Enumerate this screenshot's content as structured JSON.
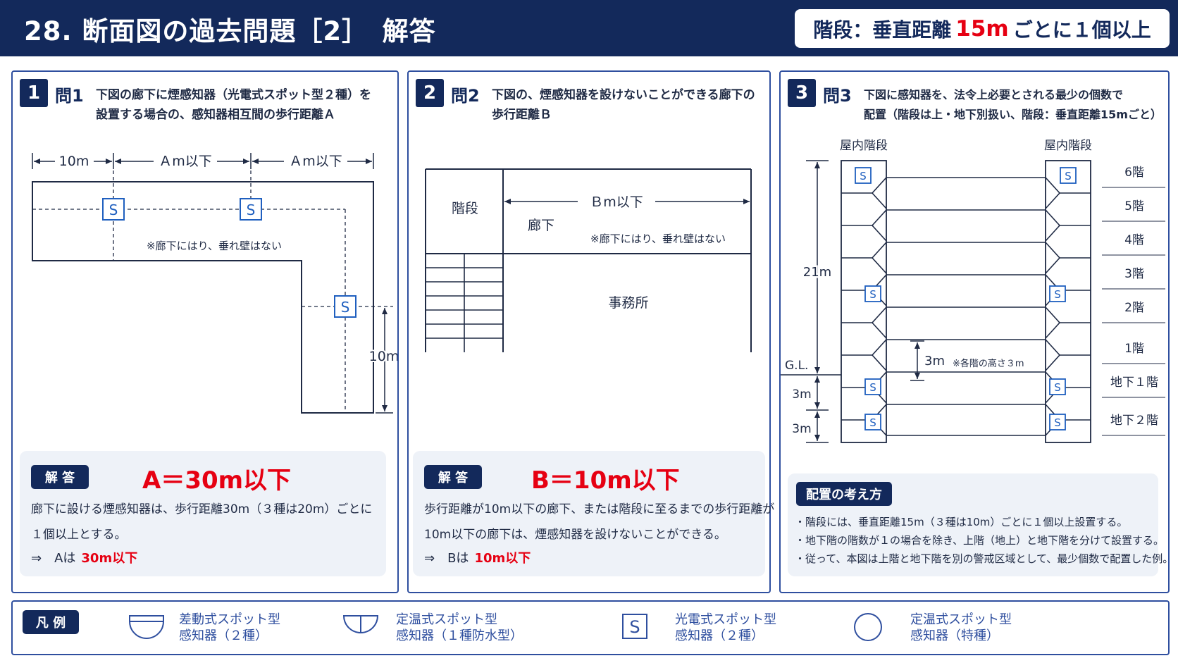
{
  "header": {
    "title": "28. 断面図の過去問題［2］　解答",
    "rule_prefix": "階段：垂直距離",
    "rule_value": "15m",
    "rule_suffix": "ごとに１個以上",
    "accent_red": "#e60012",
    "navy": "#13295b"
  },
  "q1": {
    "num": "1",
    "label": "問1",
    "text": "下図の廊下に煙感知器（光電式スポット型２種）を\n設置する場合の、感知器相互間の歩行距離Ａ",
    "dim_10m": "10m",
    "dim_a1": "Ａm以下",
    "dim_a2": "Ａm以下",
    "sensor": "S",
    "note": "※廊下にはり、垂れ壁はない",
    "dim_vertical": "10m",
    "answer_badge": "解 答",
    "answer": "A＝30m以下",
    "exp1": "廊下に設ける煙感知器は、歩行距離30m（３種は20m）ごとに",
    "exp2": "１個以上とする。",
    "concl_prefix": "⇒　Aは",
    "concl_value": "30m以下"
  },
  "q2": {
    "num": "2",
    "label": "問2",
    "text": "下図の、煙感知器を設けないことができる廊下の\n歩行距離Ｂ",
    "stairs": "階段",
    "corridor": "廊下",
    "dim_b": "Ｂm以下",
    "note": "※廊下にはり、垂れ壁はない",
    "office": "事務所",
    "answer_badge": "解 答",
    "answer": "B＝10m以下",
    "exp1": "歩行距離が10m以下の廊下、または階段に至るまでの歩行距離が",
    "exp2": "10m以下の廊下は、煙感知器を設けないことができる。",
    "concl_prefix": "⇒　Bは",
    "concl_value": "10m以下"
  },
  "q3": {
    "num": "3",
    "label": "問3",
    "text": "下図に感知器を、法令上必要とされる最少の個数で\n配置（階段は上・地下別扱い、階段：垂直距離15mごと）",
    "stair_left": "屋内階段",
    "stair_right": "屋内階段",
    "floors": [
      "6階",
      "5階",
      "4階",
      "3階",
      "2階",
      "1階",
      "地下１階",
      "地下２階"
    ],
    "dim_21m": "21m",
    "gl": "G.L.",
    "dim_3m_a": "3m",
    "dim_3m_b": "3m",
    "dim_3m_c": "3m",
    "height_note": "※各階の高さ３m",
    "sensor": "S",
    "policy_badge": "配置の考え方",
    "policy1": "・階段には、垂直距離15m（３種は10m）ごとに１個以上設置する。",
    "policy2": "・地下階の階数が１の場合を除き、上階（地上）と地下階を分けて設置する。",
    "policy3": "・従って、本図は上階と地下階を別の警戒区域として、最少個数で配置した例。"
  },
  "legend": {
    "badge": "凡 例",
    "items": [
      {
        "icon": "differential-spot-icon",
        "text": "差動式スポット型\n感知器（２種）"
      },
      {
        "icon": "fixed-temp-waterproof-icon",
        "text": "定温式スポット型\n感知器（１種防水型）"
      },
      {
        "icon": "photoelectric-spot-icon",
        "symbol": "S",
        "text": "光電式スポット型\n感知器（２種）"
      },
      {
        "icon": "fixed-temp-special-icon",
        "text": "定温式スポット型\n感知器（特種）"
      }
    ]
  }
}
